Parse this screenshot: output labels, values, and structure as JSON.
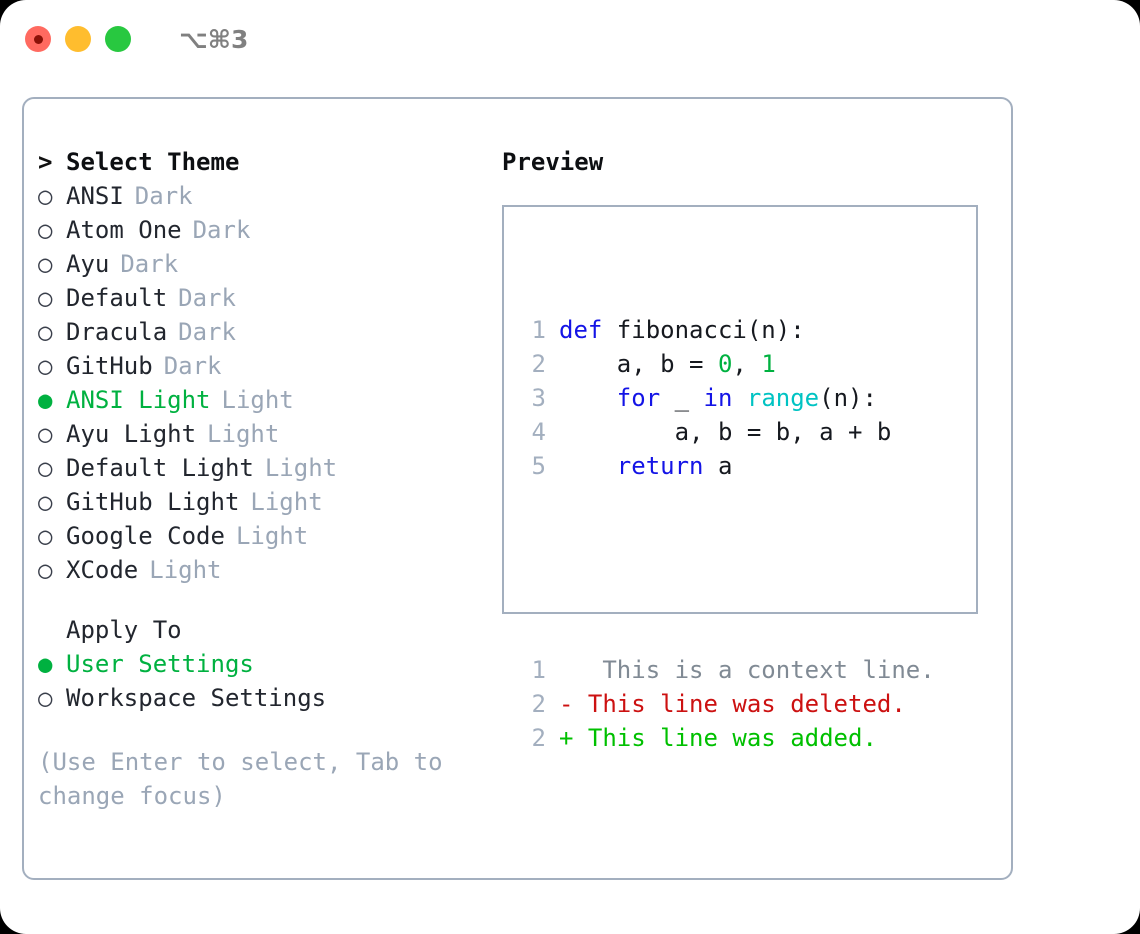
{
  "titlebar": {
    "shortcut": "⌥⌘3",
    "lights": [
      {
        "name": "close",
        "color": "#ff6a60"
      },
      {
        "name": "minimize",
        "color": "#ffbd2e"
      },
      {
        "name": "zoom",
        "color": "#28c840"
      }
    ]
  },
  "theme_list": {
    "header": "Select Theme",
    "header_marker": ">",
    "items": [
      {
        "marker": "○",
        "label": "ANSI",
        "suffix": "Dark",
        "selected": false
      },
      {
        "marker": "○",
        "label": "Atom One",
        "suffix": "Dark",
        "selected": false
      },
      {
        "marker": "○",
        "label": "Ayu",
        "suffix": "Dark",
        "selected": false
      },
      {
        "marker": "○",
        "label": "Default",
        "suffix": "Dark",
        "selected": false
      },
      {
        "marker": "○",
        "label": "Dracula",
        "suffix": "Dark",
        "selected": false
      },
      {
        "marker": "○",
        "label": "GitHub",
        "suffix": "Dark",
        "selected": false
      },
      {
        "marker": "●",
        "label": "ANSI Light",
        "suffix": "Light",
        "selected": true
      },
      {
        "marker": "○",
        "label": "Ayu Light",
        "suffix": "Light",
        "selected": false
      },
      {
        "marker": "○",
        "label": "Default Light",
        "suffix": "Light",
        "selected": false
      },
      {
        "marker": "○",
        "label": "GitHub Light",
        "suffix": "Light",
        "selected": false
      },
      {
        "marker": "○",
        "label": "Google Code",
        "suffix": "Light",
        "selected": false
      },
      {
        "marker": "○",
        "label": "XCode",
        "suffix": "Light",
        "selected": false
      }
    ]
  },
  "apply_to": {
    "header": "Apply To",
    "header_marker": " ",
    "items": [
      {
        "marker": "●",
        "label": "User Settings",
        "selected": true
      },
      {
        "marker": "○",
        "label": "Workspace Settings",
        "selected": false
      }
    ]
  },
  "hint": "(Use Enter to select, Tab to change focus)",
  "preview": {
    "title": "Preview",
    "code_lines": [
      {
        "n": "1",
        "tokens": [
          {
            "t": "def",
            "c": "kw"
          },
          {
            "t": " fibonacci(n):",
            "c": "id"
          }
        ]
      },
      {
        "n": "2",
        "tokens": [
          {
            "t": "    a, b = ",
            "c": "id"
          },
          {
            "t": "0",
            "c": "num"
          },
          {
            "t": ", ",
            "c": "id"
          },
          {
            "t": "1",
            "c": "num"
          }
        ]
      },
      {
        "n": "3",
        "tokens": [
          {
            "t": "    ",
            "c": "id"
          },
          {
            "t": "for",
            "c": "kw"
          },
          {
            "t": " _ ",
            "c": "id"
          },
          {
            "t": "in",
            "c": "kw"
          },
          {
            "t": " ",
            "c": "id"
          },
          {
            "t": "range",
            "c": "fn"
          },
          {
            "t": "(n):",
            "c": "id"
          }
        ]
      },
      {
        "n": "4",
        "tokens": [
          {
            "t": "        a, b = b, a + b",
            "c": "id"
          }
        ]
      },
      {
        "n": "5",
        "tokens": [
          {
            "t": "    ",
            "c": "id"
          },
          {
            "t": "return",
            "c": "kw"
          },
          {
            "t": " a",
            "c": "id"
          }
        ]
      }
    ],
    "diff_lines": [
      {
        "n": "1",
        "sign": " ",
        "text": "  This is a context line.",
        "c": "ctx"
      },
      {
        "n": "2",
        "sign": "-",
        "text": " This line was deleted.",
        "c": "del"
      },
      {
        "n": "2",
        "sign": "+",
        "text": " This line was added.",
        "c": "add"
      }
    ]
  },
  "colors": {
    "accent_green": "#00b140",
    "muted": "#9aa6b6",
    "border": "#a3afbf",
    "keyword_blue": "#1414e6",
    "function_cyan": "#00c3c3",
    "number_green": "#00b140",
    "diff_delete": "#cc1111",
    "diff_add": "#00c000",
    "background": "#ffffff"
  }
}
